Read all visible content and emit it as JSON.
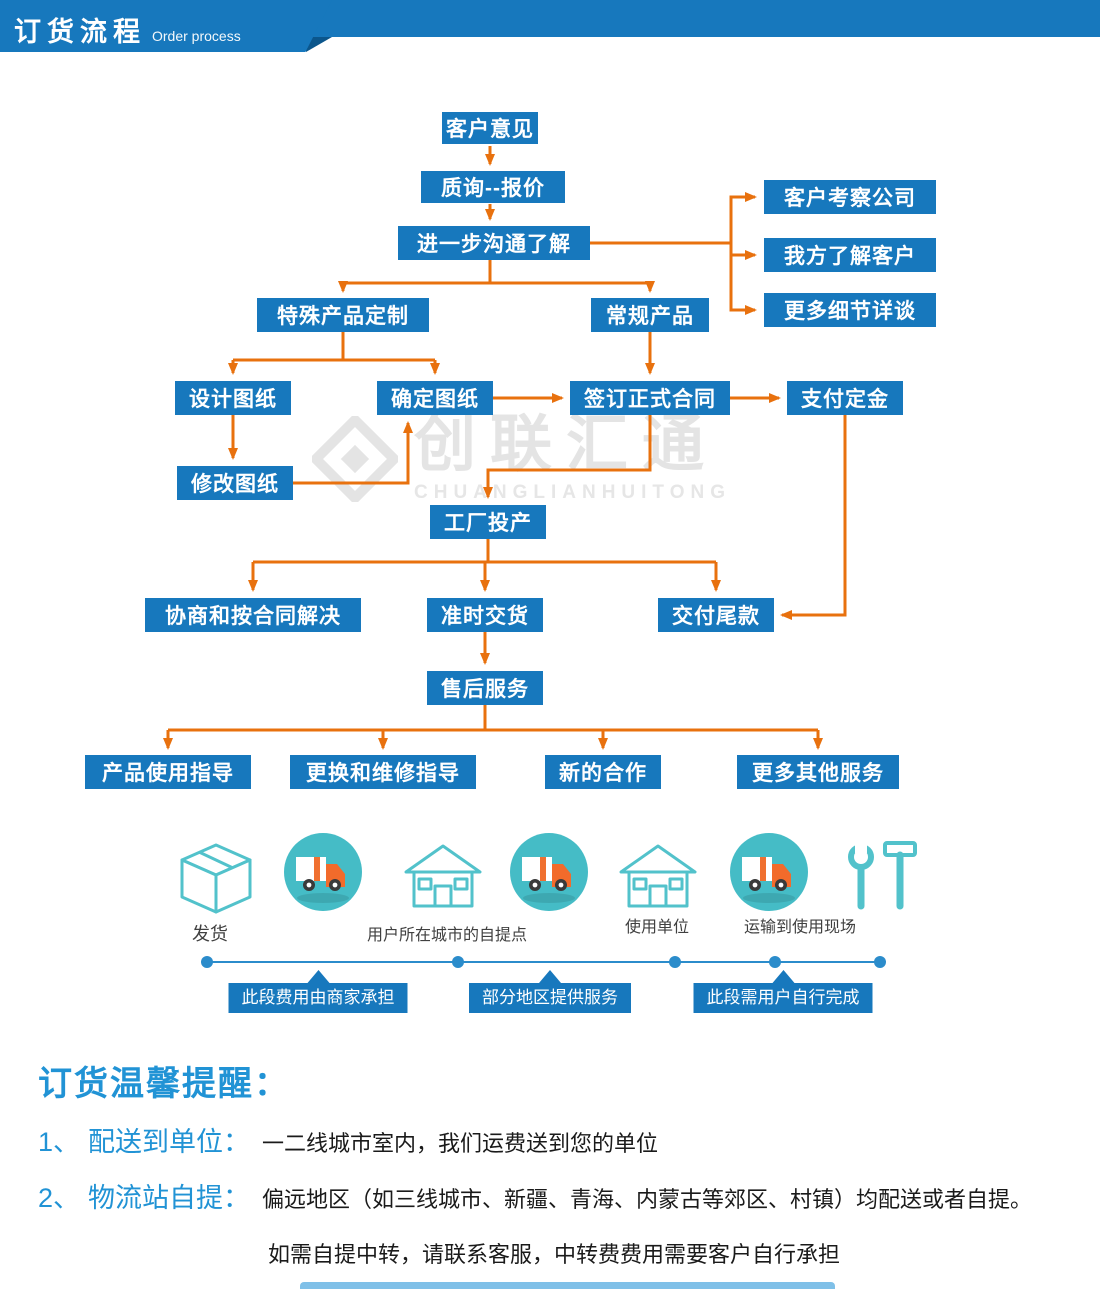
{
  "header": {
    "title": "订货流程",
    "subtitle": "Order process"
  },
  "flow": {
    "nodes": {
      "customer_feedback": "客户意见",
      "inquiry_quote": "质询--报价",
      "further_communication": "进一步沟通了解",
      "client_visit_company": "客户考察公司",
      "we_know_client": "我方了解客户",
      "more_details_talk": "更多细节详谈",
      "special_custom_product": "特殊产品定制",
      "regular_product": "常规产品",
      "design_drawing": "设计图纸",
      "confirm_drawing": "确定图纸",
      "sign_contract": "签订正式合同",
      "pay_deposit": "支付定金",
      "modify_drawing": "修改图纸",
      "factory_production": "工厂投产",
      "negotiate_per_contract": "协商和按合同解决",
      "on_time_delivery": "准时交货",
      "pay_balance": "交付尾款",
      "after_sales_service": "售后服务",
      "product_usage_guide": "产品使用指导",
      "replace_repair_guide": "更换和维修指导",
      "new_cooperation": "新的合作",
      "more_other_services": "更多其他服务"
    }
  },
  "watermark": {
    "name": "创联汇通",
    "latin": "CHUANGLIANHUITONG"
  },
  "logistics": {
    "ship_label": "发货",
    "pickup_label": "用户所在城市的自提点",
    "use_unit_label": "使用单位",
    "transport_label": "运输到使用现场",
    "badges": [
      "此段费用由商家承担",
      "部分地区提供服务",
      "此段需用户自行完成"
    ],
    "icons": [
      "package-box-icon",
      "delivery-truck-icon",
      "house-icon",
      "delivery-truck-icon",
      "house-icon",
      "delivery-truck-icon",
      "tools-icon"
    ]
  },
  "notice": {
    "title": "订货温馨提醒：",
    "items": [
      {
        "num": "1、",
        "label": "配送到单位：",
        "text": "一二线城市室内，我们运费送到您的单位"
      },
      {
        "num": "2、",
        "label": "物流站自提：",
        "text": "偏远地区（如三线城市、新疆、青海、内蒙古等郊区、村镇）均配送或者自提。"
      }
    ],
    "extra": "如需自提中转，请联系客服，中转费费用需要客户自行承担"
  },
  "colors": {
    "primary_blue": "#1778bd",
    "arrow_orange": "#e8710e",
    "teal": "#45bcc6",
    "timeline_blue": "#2b8ccb",
    "heading_blue": "#2193d5"
  }
}
